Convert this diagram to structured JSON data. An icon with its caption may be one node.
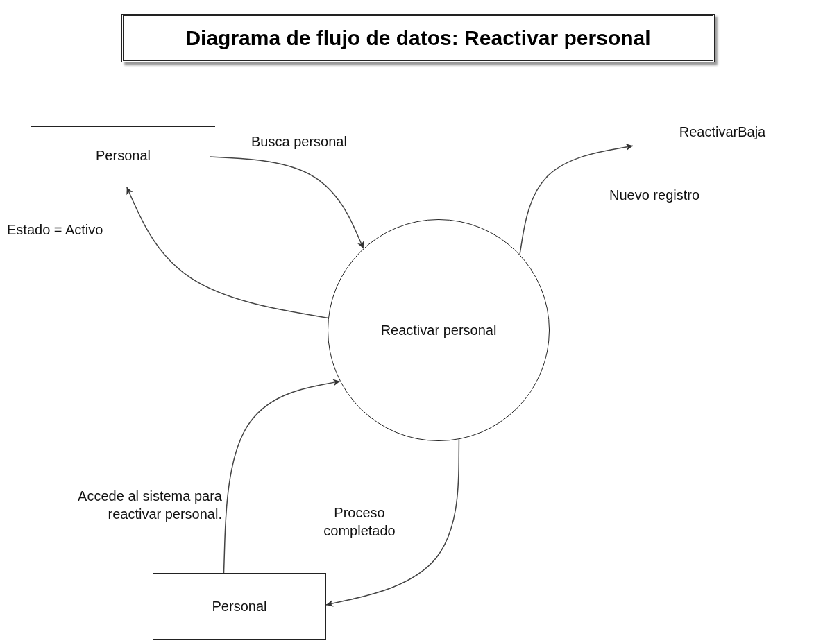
{
  "diagram": {
    "title": "Diagrama de flujo de datos: Reactivar personal",
    "nodes": [
      {
        "text": [
          "Personal"
        ]
      },
      {
        "text": [
          "ReactivarBaja"
        ]
      },
      {
        "text": [
          "Reactivar personal"
        ]
      },
      {
        "text": [
          "Personal"
        ]
      }
    ],
    "edges": [
      {
        "from": 0,
        "to": 2,
        "arrow": "to",
        "label": "Busca personal"
      },
      {
        "from": 2,
        "to": 0,
        "arrow": "to",
        "label": "Estado = Activo"
      },
      {
        "from": 2,
        "to": 1,
        "arrow": "to",
        "label": "Nuevo registro"
      },
      {
        "from": 3,
        "to": 2,
        "arrow": "to",
        "label": "Accede al sistema para reactivar personal."
      },
      {
        "from": 2,
        "to": 3,
        "arrow": "to",
        "label": "Proceso completado"
      }
    ]
  }
}
